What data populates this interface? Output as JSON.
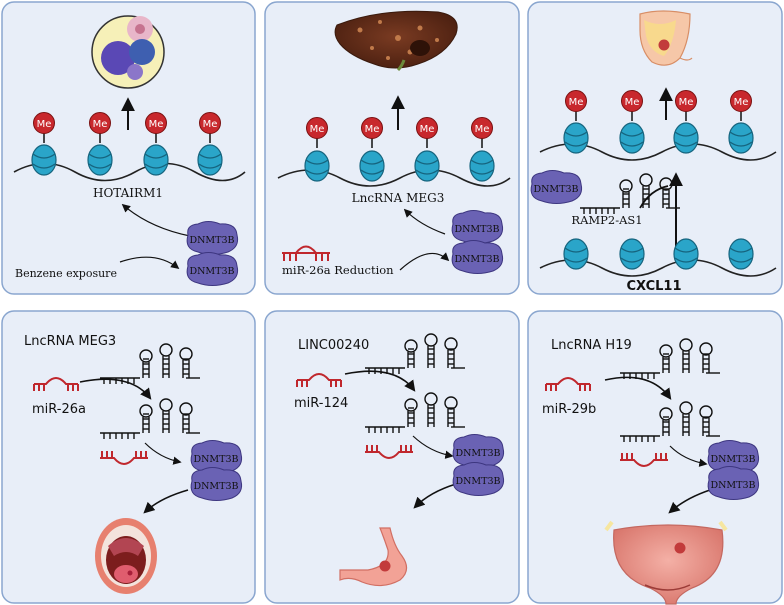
{
  "panels": {
    "p1": {
      "gene_label": "HOTAIRM1",
      "dnmt_top": "DNMT3B",
      "dnmt_bottom": "DNMT3B",
      "exposure_label": "Benzene exposure",
      "methyl_labels": [
        "Me",
        "Me",
        "Me",
        "Me"
      ]
    },
    "p2": {
      "gene_label": "LncRNA MEG3",
      "dnmt_top": "DNMT3B",
      "dnmt_bottom": "DNMT3B",
      "mirna_label": "miR-26a Reduction",
      "methyl_labels": [
        "Me",
        "Me",
        "Me",
        "Me"
      ]
    },
    "p3": {
      "gene_label": "CXCL11",
      "lnc_label": "RAMP2-AS1",
      "dnmt": "DNMT3B",
      "methyl_labels": [
        "Me",
        "Me",
        "Me",
        "Me"
      ]
    },
    "p4": {
      "lnc_label": "LncRNA MEG3",
      "mirna_label": "miR-26a",
      "dnmt_top": "DNMT3B",
      "dnmt_bottom": "DNMT3B"
    },
    "p5": {
      "lnc_label": "LINC00240",
      "mirna_label": "miR-124",
      "dnmt_top": "DNMT3B",
      "dnmt_bottom": "DNMT3B"
    },
    "p6": {
      "lnc_label": "LncRNA H19",
      "mirna_label": "miR-29b",
      "dnmt_top": "DNMT3B",
      "dnmt_bottom": "DNMT3B"
    }
  },
  "colors": {
    "panel_fill": "#e8eef8",
    "panel_stroke": "#8aa6cf",
    "methyl_red": "#c8282d",
    "nucleosome": "#2aa5c9",
    "dnmt_purple": "#6a62b4",
    "mirna_red": "#c0272d"
  },
  "icons": [
    "blood-cells-icon",
    "liver-icon",
    "breast-icon",
    "mouth-icon",
    "stomach-icon",
    "bladder-icon"
  ]
}
